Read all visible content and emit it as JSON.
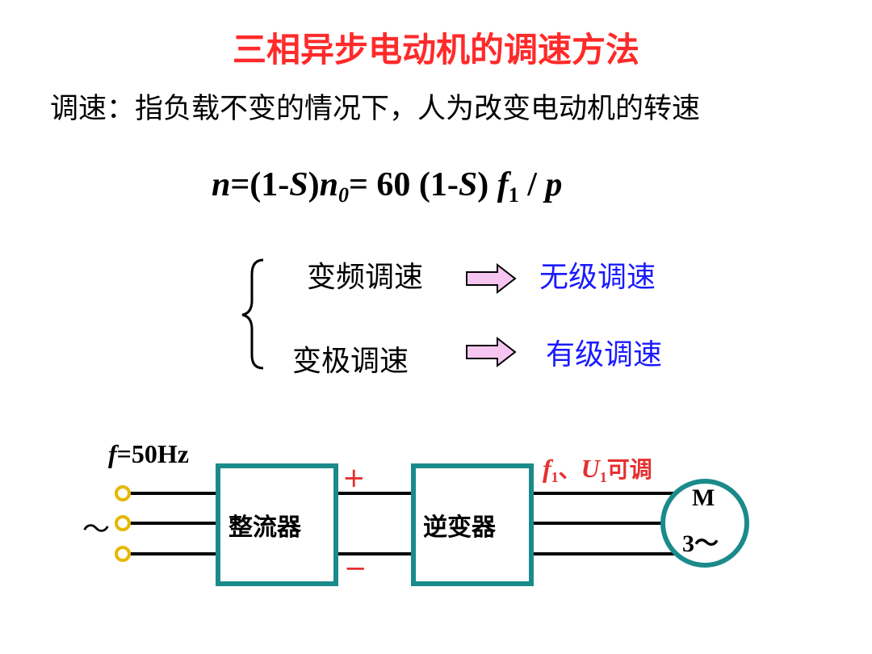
{
  "title": "三相异步电动机的调速方法",
  "definition": "调速：指负载不变的情况下，人为改变电动机的转速",
  "formula": {
    "n": "n",
    "eq1_a": "=(1-",
    "s1": "S",
    "eq1_b": ")",
    "n0": "n",
    "n0_sub": "0",
    "eq2": "= 60 (1-",
    "s2": "S",
    "eq3": ") ",
    "f": "f",
    "f_sub": "1",
    "slash": " / ",
    "p": "p"
  },
  "methods": [
    {
      "name": "变频调速",
      "result": "无级调速"
    },
    {
      "name": "变极调速",
      "result": "有级调速"
    }
  ],
  "circuit": {
    "supply_freq_f": "f",
    "supply_freq_val": "=50Hz",
    "ac_symbol": "～",
    "rectifier": "整流器",
    "inverter": "逆变器",
    "plus": "+",
    "minus": "−",
    "adj_f": "f",
    "adj_f_sub": "1",
    "adj_sep": "、",
    "adj_u": "U",
    "adj_u_sub": "1",
    "adj_text": "可调",
    "motor_m": "M",
    "motor_phase": "3～"
  },
  "colors": {
    "title": "#ff2a2a",
    "result": "#1a1aff",
    "box_border": "#1b8a8a",
    "arrow_fill": "#f6c6f0",
    "terminal": "#e6b800"
  }
}
